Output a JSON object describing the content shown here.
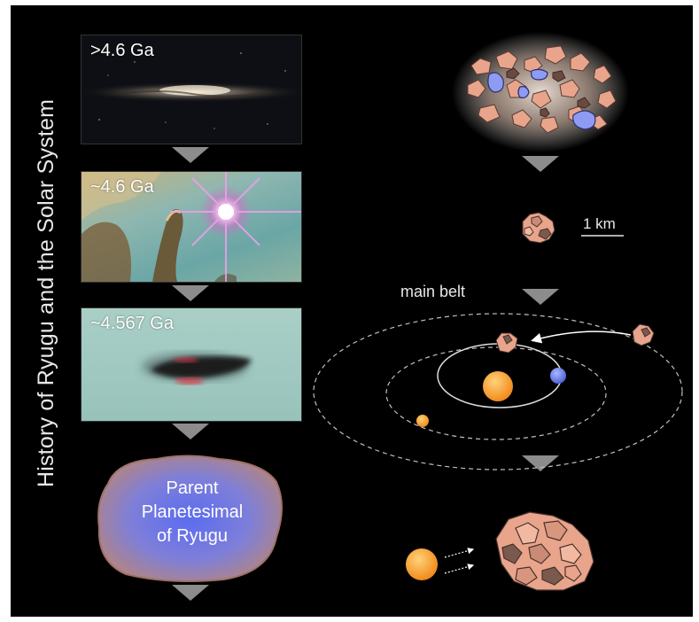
{
  "title": "History of Ryugu and the Solar System",
  "timeline": [
    {
      "label": ">4.6 Ga"
    },
    {
      "label": "~4.6 Ga"
    },
    {
      "label": "~4.567 Ga"
    }
  ],
  "parent_body": {
    "line1": "Parent",
    "line2": "Planetesimal",
    "line3": "of Ryugu"
  },
  "scale_label": "1 km",
  "main_belt_label": "main belt",
  "colors": {
    "background": "#000000",
    "arrow": "#8c8c8c",
    "sun": "#f7941d",
    "planet": "#5b78e0",
    "rock": "#e8a58c"
  }
}
